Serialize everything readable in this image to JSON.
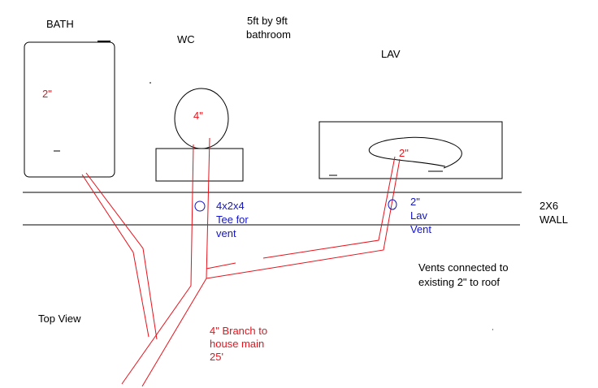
{
  "labels": {
    "bath": "BATH",
    "wc": "WC",
    "room_size_1": "5ft  by 9ft",
    "room_size_2": "bathroom",
    "lav": "LAV",
    "bath_drain": "2\"",
    "wc_drain": "4\"",
    "lav_drain": "2\"",
    "tee_1": "4x2x4",
    "tee_2": "Tee for",
    "tee_3": "vent",
    "lav_vent_1": "2\"",
    "lav_vent_2": "Lav",
    "lav_vent_3": "Vent",
    "wall_1": "2X6",
    "wall_2": "WALL",
    "vents_note_1": "Vents connected to",
    "vents_note_2": "existing 2\" to roof",
    "view": "Top View",
    "branch_1": "4\" Branch to",
    "branch_2": "house main",
    "branch_3": "25'"
  },
  "colors": {
    "outline": "#000000",
    "pipe": "#e8121b",
    "vent": "#1414c8"
  }
}
